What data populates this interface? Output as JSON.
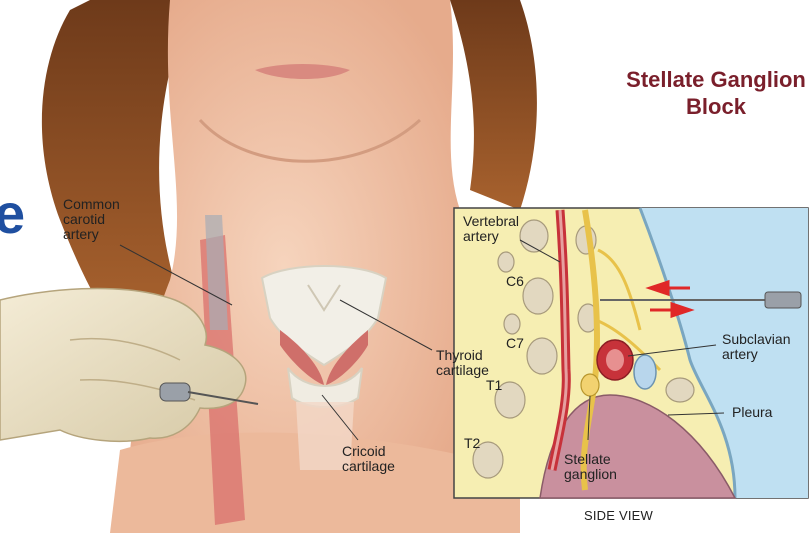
{
  "title": "Stellate Ganglion\nBlock",
  "edge_letter": "e",
  "colors": {
    "title": "#7a1f2b",
    "edge_letter": "#1f4fa0",
    "skin": "#f3c6a8",
    "hair": "#8a4a22",
    "panel_fat": "#f6eeb2",
    "lung": "#bfe0f2",
    "pleura_fill": "#c9909e",
    "artery": "#c7323a",
    "nerve": "#e8c24a",
    "arrow": "#e02828"
  },
  "front_view": {
    "labels": {
      "common_carotid": "Common\ncarotid\nartery",
      "thyroid": "Thyroid\ncartilage",
      "cricoid": "Cricoid\ncartilage"
    }
  },
  "side_view": {
    "caption": "SIDE VIEW",
    "labels": {
      "vertebral": "Vertebral\nartery",
      "c6": "C6",
      "c7": "C7",
      "t1": "T1",
      "t2": "T2",
      "subclavian": "Subclavian\nartery",
      "pleura": "Pleura",
      "stellate": "Stellate\nganglion"
    }
  }
}
